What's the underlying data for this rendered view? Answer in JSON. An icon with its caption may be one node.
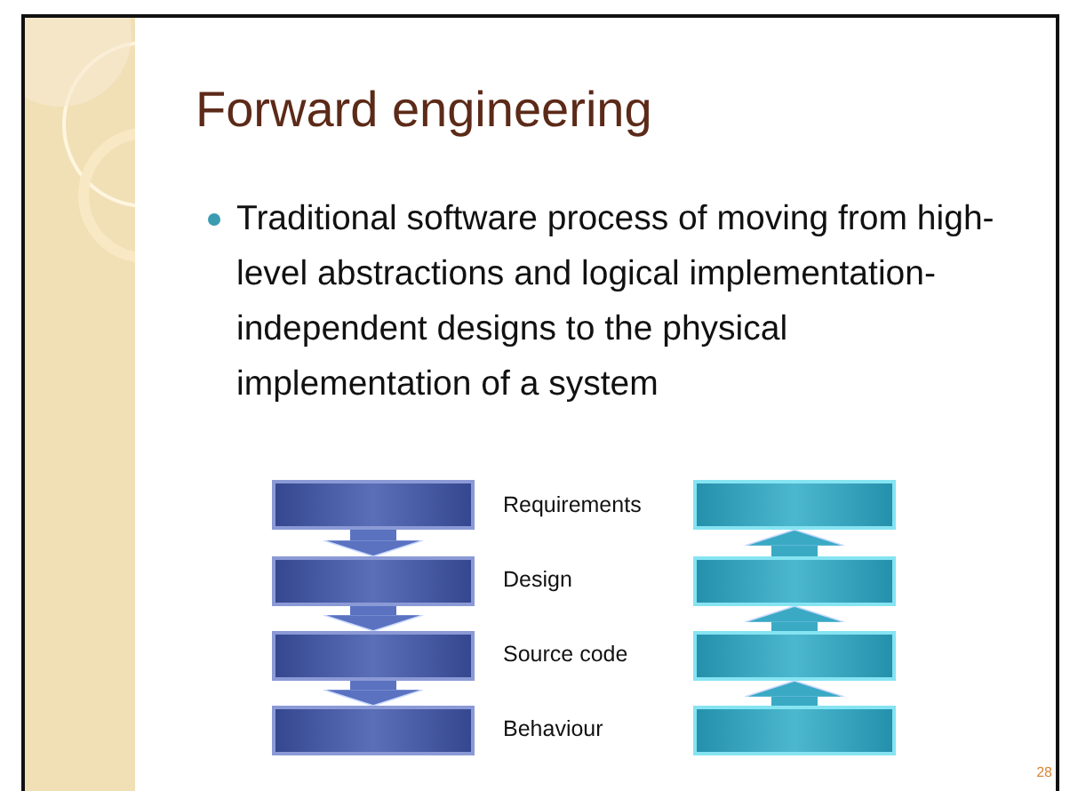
{
  "diagram": {
    "title": "Forward engineering",
    "nodes": [
      {
        "text": [],
        "shape": "bar"
      },
      {
        "text": [],
        "shape": "bar"
      },
      {
        "text": [],
        "shape": "bar"
      },
      {
        "text": [],
        "shape": "bar"
      },
      {
        "text": [],
        "shape": "bar"
      },
      {
        "text": [],
        "shape": "bar"
      },
      {
        "text": [],
        "shape": "bar"
      },
      {
        "text": [],
        "shape": "bar"
      }
    ],
    "edges": [
      {
        "from": 0,
        "to": 1,
        "arrow": "to",
        "color": "#5a72c0"
      },
      {
        "from": 1,
        "to": 2,
        "arrow": "to",
        "color": "#5a72c0"
      },
      {
        "from": 2,
        "to": 3,
        "arrow": "to",
        "color": "#5a72c0"
      },
      {
        "from": 7,
        "to": 6,
        "arrow": "to",
        "color": "#3aaac4"
      },
      {
        "from": 6,
        "to": 5,
        "arrow": "to",
        "color": "#3aaac4"
      },
      {
        "from": 5,
        "to": 4,
        "arrow": "to",
        "color": "#3aaac4"
      }
    ],
    "labels": [
      "Traditional software process of moving from high-level abstractions and logical implementation-independent designs to the physical implementation of a system",
      "Requirements",
      "Design",
      "Source code",
      "Behaviour",
      "28"
    ]
  }
}
